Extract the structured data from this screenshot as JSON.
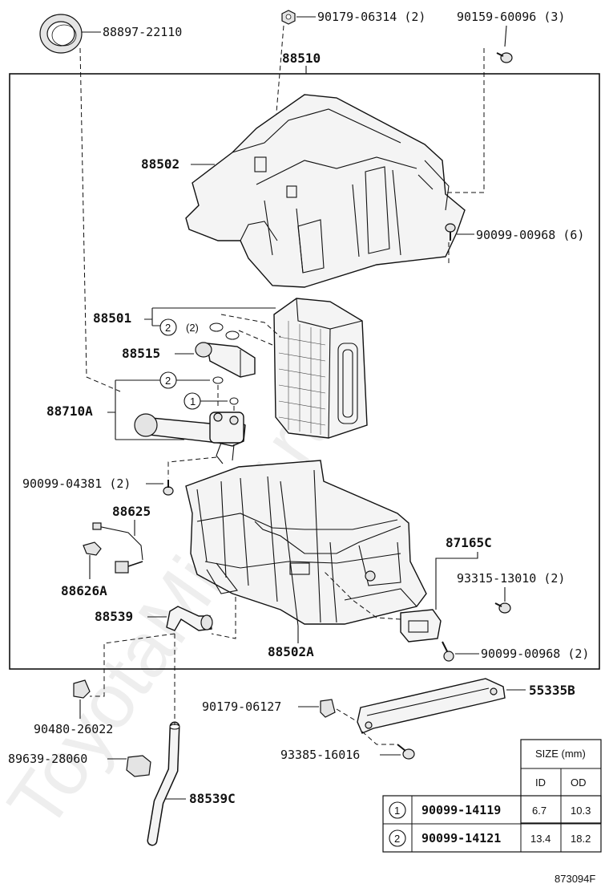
{
  "diagram": {
    "watermark": "ToyotaMirror.ru",
    "reference": "873094F",
    "parts": {
      "p88897": "88897-22110",
      "p90179a": "90179-06314 (2)",
      "p90159": "90159-60096 (3)",
      "p88510": "88510",
      "p88502": "88502",
      "p90099a": "90099-00968 (6)",
      "p88501": "88501",
      "p88515": "88515",
      "p88710a": "88710A",
      "p90099b": "90099-04381 (2)",
      "p88625": "88625",
      "p88626a": "88626A",
      "p88539": "88539",
      "p88502a": "88502A",
      "p87165c": "87165C",
      "p93315": "93315-13010 (2)",
      "p90099c": "90099-00968 (2)",
      "p90480": "90480-26022",
      "p90179b": "90179-06127",
      "p55335b": "55335B",
      "p93385": "93385-16016",
      "p89639": "89639-28060",
      "p88539c": "88539C"
    },
    "callouts": {
      "c2a": "2",
      "c2a_qty": "(2)",
      "c2b": "2",
      "c1": "1"
    },
    "size_table": {
      "title": "SIZE (mm)",
      "col_id": "ID",
      "col_od": "OD",
      "rows": [
        {
          "num": "1",
          "part": "90099-14119",
          "id": "6.7",
          "od": "10.3"
        },
        {
          "num": "2",
          "part": "90099-14121",
          "id": "13.4",
          "od": "18.2"
        }
      ]
    }
  }
}
